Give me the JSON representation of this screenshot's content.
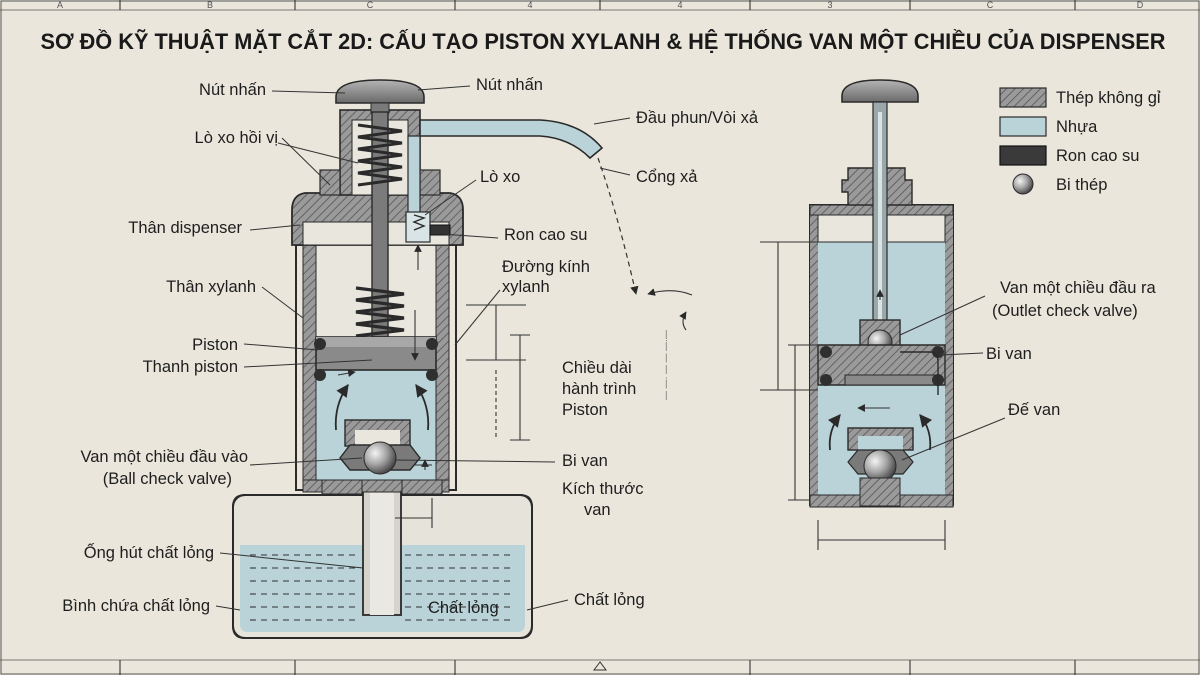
{
  "title": "SƠ ĐỒ KỸ THUẬT MẶT CẮT 2D: CẤU TẠO PISTON XYLANH & HỆ THỐNG VAN MỘT CHIỀU CỦA DISPENSER",
  "zone_markers": [
    "A",
    "B",
    "C",
    "4",
    "4",
    "3",
    "C",
    "D"
  ],
  "labels": {
    "nut_nhan_left": "Nút nhấn",
    "nut_nhan_right": "Nút nhấn",
    "lo_xo_hoi_vi": "Lò xo hồi vị",
    "dau_phun": "Đầu phun/Vòi xả",
    "cong_xa": "Cổng xả",
    "lo_xo": "Lò xo",
    "than_dispenser": "Thân dispenser",
    "ron_cao_su": "Ron cao su",
    "duong_kinh_1": "Đường kính",
    "duong_kinh_2": "xylanh",
    "than_xylanh": "Thân xylanh",
    "piston": "Piston",
    "thanh_piston": "Thanh piston",
    "chieu_dai_1": "Chiều dài",
    "chieu_dai_2": "hành trình",
    "chieu_dai_3": "Piston",
    "van_vao_1": "Van một chiều đầu vào",
    "van_vao_2": "(Ball check valve)",
    "bi_van_left": "Bi van",
    "kich_thuoc_1": "Kích thước",
    "kich_thuoc_2": "van",
    "ong_hut": "Ống hút chất lỏng",
    "binh_chua": "Bình chứa chất lỏng",
    "chat_long_in": "Chất lỏng",
    "chat_long_out": "Chất lỏng",
    "van_ra_1": "Van một chiều đầu ra",
    "van_ra_2": "(Outlet check valve)",
    "bi_van_right": "Bi van",
    "de_van": "Đế van"
  },
  "legend": [
    {
      "label": "Thép không gỉ",
      "swatch": "hatch"
    },
    {
      "label": "Nhựa",
      "swatch": "#b9d3d9"
    },
    {
      "label": "Ron cao su",
      "swatch": "#3a3a3a"
    },
    {
      "label": "Bi thép",
      "swatch": "ball"
    }
  ],
  "colors": {
    "paper": "#eae6db",
    "plastic": "#b9d3d9",
    "steel": "#8c8c8c",
    "rubber": "#3a3a3a",
    "liquid": "#b9d3d9",
    "button": "#8a8a8a"
  }
}
